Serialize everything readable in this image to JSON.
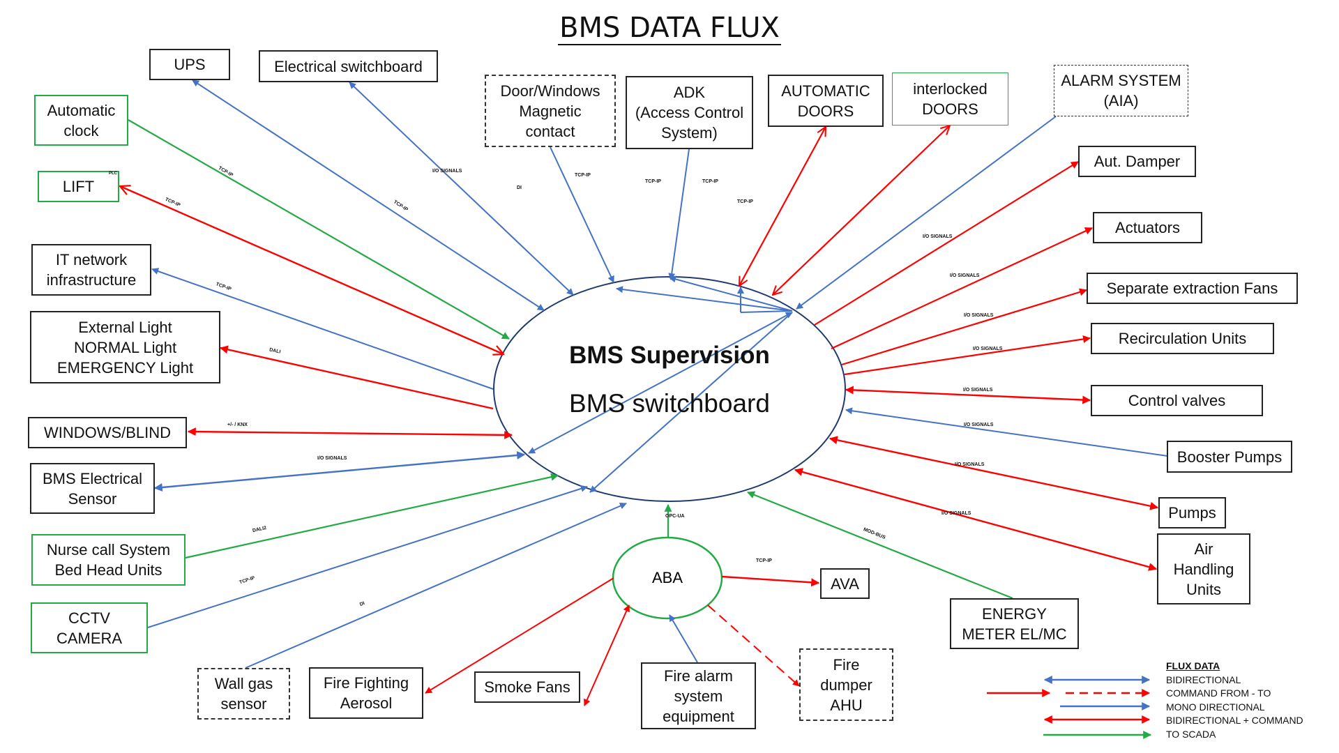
{
  "title": "BMS DATA FLUX",
  "center": {
    "main": "BMS Supervision",
    "sub": "BMS switchboard"
  },
  "aba": {
    "label": "ABA"
  },
  "colors": {
    "blue": "#4472c4",
    "red": "#ff0000",
    "green": "#22aa44",
    "ellipse": "#1f3a6e",
    "black": "#111111"
  },
  "nodes": {
    "ups": "UPS",
    "electrical_switchboard": "Electrical switchboard",
    "door_windows": "Door/Windows\nMagnetic\ncontact",
    "adk": "ADK\n(Access Control\nSystem)",
    "automatic_doors": "AUTOMATIC\nDOORS",
    "interlocked_doors": "interlocked\nDOORS",
    "alarm_system": "ALARM SYSTEM\n(AIA)",
    "automatic_clock": "Automatic\nclock",
    "lift": "LIFT",
    "lift_plc": "PLC",
    "it_network": "IT network\ninfrastructure",
    "lights": "External Light\nNORMAL Light\nEMERGENCY Light",
    "windows_blind": "WINDOWS/BLIND",
    "bms_electrical_sensor": "BMS Electrical\nSensor",
    "nurse_call": "Nurse call System\nBed Head Units",
    "cctv": "CCTV\nCAMERA",
    "wall_gas": "Wall gas\nsensor",
    "fire_fighting": "Fire Fighting\nAerosol",
    "smoke_fans": "Smoke Fans",
    "fire_alarm": "Fire alarm\nsystem\nequipment",
    "fire_dumper": "Fire\ndumper\nAHU",
    "ava": "AVA",
    "energy_meter": "ENERGY\nMETER EL/MC",
    "aut_damper": "Aut. Damper",
    "actuators": "Actuators",
    "extraction_fans": "Separate extraction Fans",
    "recirculation": "Recirculation Units",
    "control_valves": "Control valves",
    "booster_pumps": "Booster Pumps",
    "pumps": "Pumps",
    "ahu": "Air\nHandling\nUnits"
  },
  "link_labels": {
    "auto_clock": "TCP-IP",
    "lift": "TCP-IP",
    "ups": "TCP-IP",
    "elec_switchboard": "I/O SIGNALS",
    "door_windows": "DI",
    "adk": "TCP-IP",
    "auto_doors": "TCP-IP",
    "interlocked": "TCP-IP",
    "alarm": "TCP-IP",
    "it_network": "TCP-IP",
    "lights": "DALI",
    "windows": "+/-  /  KNX",
    "bms_sensor": "I/O SIGNALS",
    "nurse": "DALI2",
    "cctv": "TCP-IP",
    "wall_gas": "DI",
    "aut_damper": "I/O SIGNALS",
    "actuators": "I/O SIGNALS",
    "extraction": "I/O SIGNALS",
    "recirculation": "I/O SIGNALS",
    "control_valves": "I/O SIGNALS",
    "booster": "I/O SIGNALS",
    "pumps": "I/O SIGNALS",
    "ahu": "I/O SIGNALS",
    "energy": "MOD-BUS",
    "aba_up": "OPC-UA",
    "ava": "TCP-IP"
  },
  "legend": {
    "heading": "FLUX DATA",
    "items": [
      "BIDIRECTIONAL",
      "COMMAND FROM - TO",
      "MONO DIRECTIONAL",
      "BIDIRECTIONAL + COMMAND",
      "TO SCADA"
    ]
  }
}
